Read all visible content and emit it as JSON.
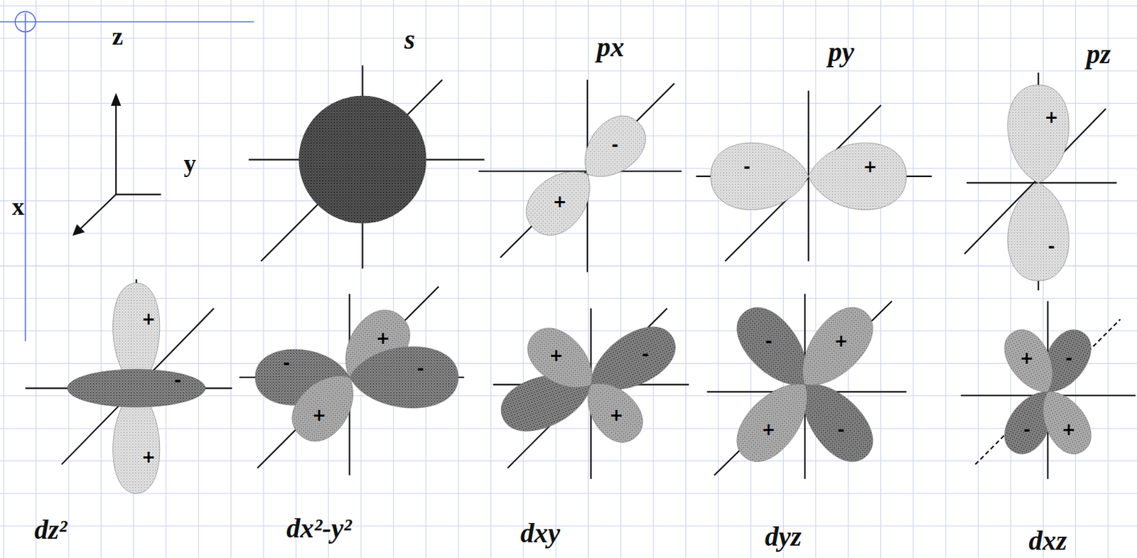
{
  "diagram": {
    "labels": [
      "z",
      "y",
      "x",
      "s",
      "px",
      "py",
      "pz",
      "dz²",
      "dx²-y²",
      "dxy",
      "dyz",
      "dxz",
      "-",
      "+",
      "-",
      "+",
      "+",
      "-",
      "+",
      "-",
      "+",
      "-",
      "+",
      "+",
      "-",
      "+",
      "-",
      "+",
      "-",
      "+",
      "+",
      "-",
      "+",
      "-",
      "+",
      "-"
    ]
  }
}
